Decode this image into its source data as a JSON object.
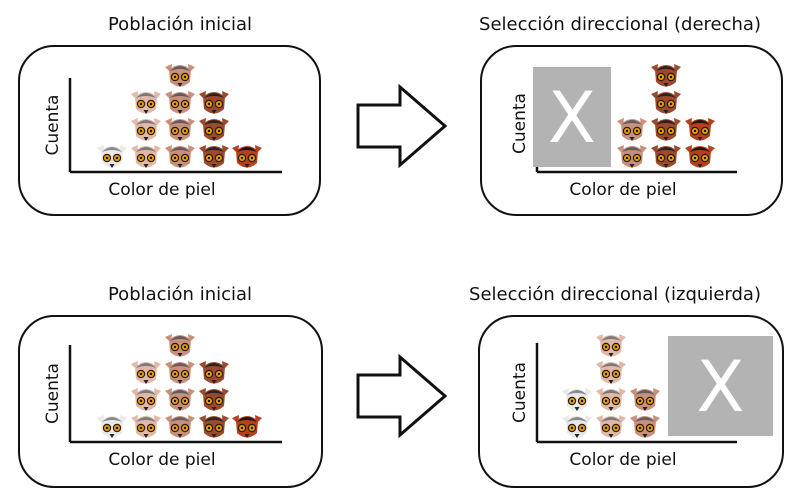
{
  "panels": [
    {
      "title": "Población inicial",
      "ylabel": "Cuenta",
      "xlabel": "Color de piel",
      "counts": [
        1,
        3,
        4,
        3,
        1
      ],
      "removed": "none"
    },
    {
      "title": "Selección direccional (derecha)",
      "ylabel": "Cuenta",
      "xlabel": "Color de piel",
      "counts": [
        0,
        0,
        2,
        4,
        2
      ],
      "removed": "left",
      "removed_mark": "X"
    },
    {
      "title": "Población inicial",
      "ylabel": "Cuenta",
      "xlabel": "Color de piel",
      "counts": [
        1,
        3,
        4,
        3,
        1
      ],
      "removed": "none"
    },
    {
      "title": "Selección direccional (izquierda)",
      "ylabel": "Cuenta",
      "xlabel": "Color de piel",
      "counts": [
        2,
        4,
        2,
        0,
        0
      ],
      "removed": "right",
      "removed_mark": "X"
    }
  ],
  "colors": {
    "fur": [
      "#e9e9ea",
      "#e2b9a8",
      "#c9907c",
      "#9c4a2e",
      "#b6401c"
    ],
    "cap": [
      "#8a8a8a",
      "#7a7a7a",
      "#5e5e5e",
      "#2e2220",
      "#1e1512"
    ],
    "eye": "#e8a000",
    "xbox": "#b3b3b3"
  }
}
